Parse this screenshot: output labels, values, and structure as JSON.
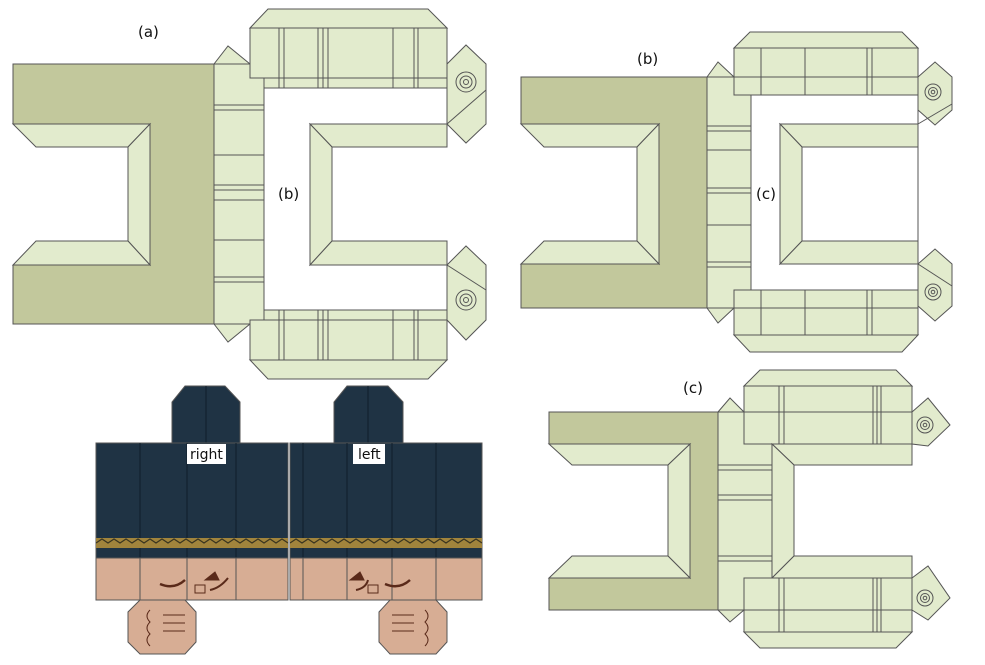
{
  "labels": {
    "part_a": "(a)",
    "part_b_inner": "(b)",
    "part_b": "(b)",
    "part_c_inner": "(c)",
    "part_c": "(c)"
  },
  "tags": {
    "right": "right",
    "left": "left"
  },
  "colors": {
    "dark_olive": "#c2c89c",
    "light_green": "#e2ebcd",
    "edge": "#555555",
    "navy": "#1f3344",
    "skin": "#d7ad94",
    "belt_gold": "#a1843c",
    "belt_dark": "#3a3520"
  }
}
